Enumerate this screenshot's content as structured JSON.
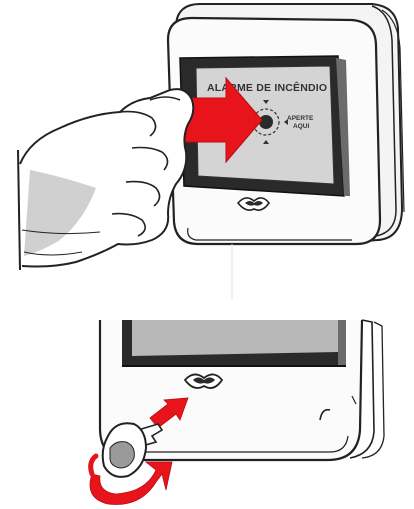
{
  "panel": {
    "title": "ALARME DE INCÊNDIO",
    "hint_line1": "APERTE",
    "hint_line2": "AQUI"
  },
  "colors": {
    "arrow_red": "#e8141c",
    "outline": "#222222",
    "panel_gray": "#d4d4d4",
    "frame_dark": "#2a2a2a",
    "background": "#ffffff"
  },
  "icons": {
    "hand": "pressing-hand",
    "press_arrow": "red-arrow-right",
    "target": "press-target-circle",
    "key": "reset-key",
    "rotate": "red-rotate-arrow"
  }
}
